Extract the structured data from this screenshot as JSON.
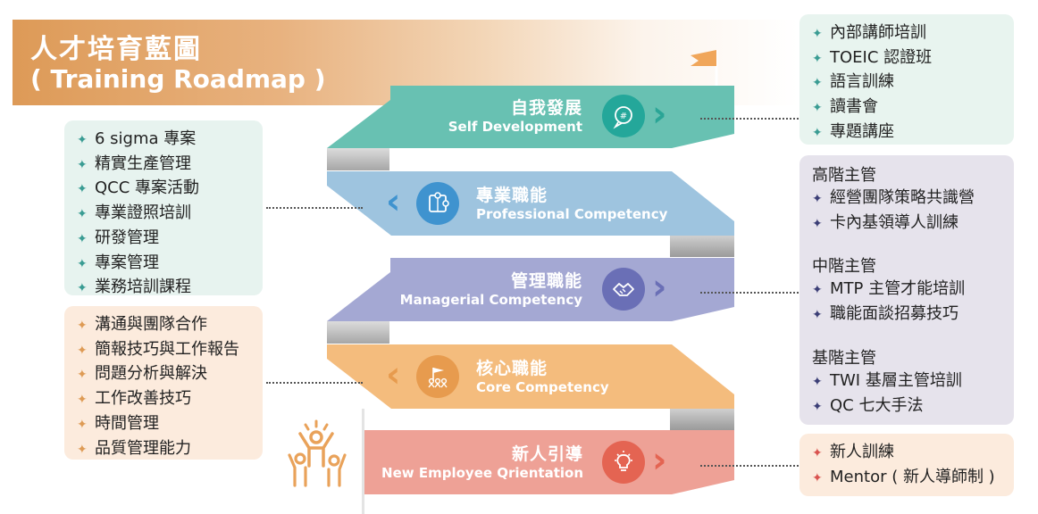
{
  "title": {
    "cn": "人才培育藍圖",
    "en": "( Training Roadmap )"
  },
  "colors": {
    "title_band": "#dd9a57",
    "self_dev": "#68c1b2",
    "professional": "#9ec4df",
    "managerial": "#a4a8d3",
    "core": "#f4bc7d",
    "new_employee": "#eea196",
    "teal_text": "#3a9c93",
    "orange_text": "#de9b55",
    "navy_text": "#3b3e76",
    "red_text": "#d9534f"
  },
  "stages": [
    {
      "id": "self-development",
      "cn": "自我發展",
      "en": "Self Development",
      "icon": "brain-chat-icon",
      "arrow": "chevron-right-icon"
    },
    {
      "id": "professional-competency",
      "cn": "專業職能",
      "en": "Professional Competency",
      "icon": "puzzle-icon",
      "arrow": "chevron-left-icon"
    },
    {
      "id": "managerial-competency",
      "cn": "管理職能",
      "en": "Managerial Competency",
      "icon": "handshake-icon",
      "arrow": "chevron-right-icon"
    },
    {
      "id": "core-competency",
      "cn": "核心職能",
      "en": "Core Competency",
      "icon": "team-flag-icon",
      "arrow": "chevron-left-icon"
    },
    {
      "id": "new-employee-orientation",
      "cn": "新人引導",
      "en": "New Employee Qrientation",
      "icon": "lightbulb-icon",
      "arrow": "chevron-right-icon"
    }
  ],
  "self_development_courses": [
    "內部講師培訓",
    "TOEIC 認證班",
    "語言訓練",
    "讀書會",
    "專題講座"
  ],
  "professional_courses": [
    "6 sigma 專案",
    "精實生產管理",
    "QCC 專案活動",
    "專業證照培訓",
    "研發管理",
    "專案管理",
    "業務培訓課程"
  ],
  "core_courses": [
    "溝通與團隊合作",
    "簡報技巧與工作報告",
    "問題分析與解決",
    "工作改善技巧",
    "時間管理",
    "品質管理能力"
  ],
  "managerial_groups": [
    {
      "head": "高階主管",
      "items": [
        "經營團隊策略共識營",
        "卡內基領導人訓練"
      ]
    },
    {
      "head": "中階主管",
      "items": [
        "MTP 主管才能培訓",
        "職能面談招募技巧"
      ]
    },
    {
      "head": "基階主管",
      "items": [
        "TWI 基層主管培訓",
        "QC 七大手法"
      ]
    }
  ],
  "new_employee_courses": [
    "新人訓練",
    "Mentor ( 新人導師制 )"
  ],
  "bullet_symbol": "✦"
}
